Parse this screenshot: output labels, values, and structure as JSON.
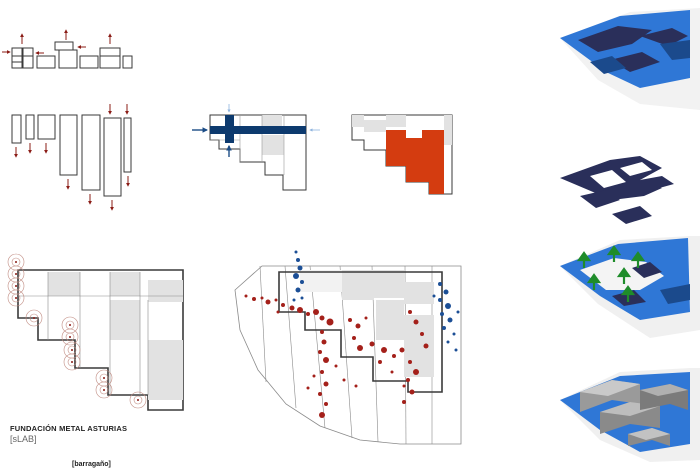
{
  "captions": {
    "title": "FUNDACIÓN METAL ASTURIAS",
    "subtitle": "[sLAB]",
    "credit": "[barragaño]"
  },
  "colors": {
    "outline": "#3a3a3a",
    "arrow_red": "#8b1c16",
    "blue_dark": "#0d3a6e",
    "blue_light": "#6d9fd6",
    "orange": "#d43c10",
    "grey_fill": "#e2e2e2",
    "navy": "#2a2f5a",
    "blue_bright": "#1e6fd0",
    "green": "#1f8c2a"
  }
}
